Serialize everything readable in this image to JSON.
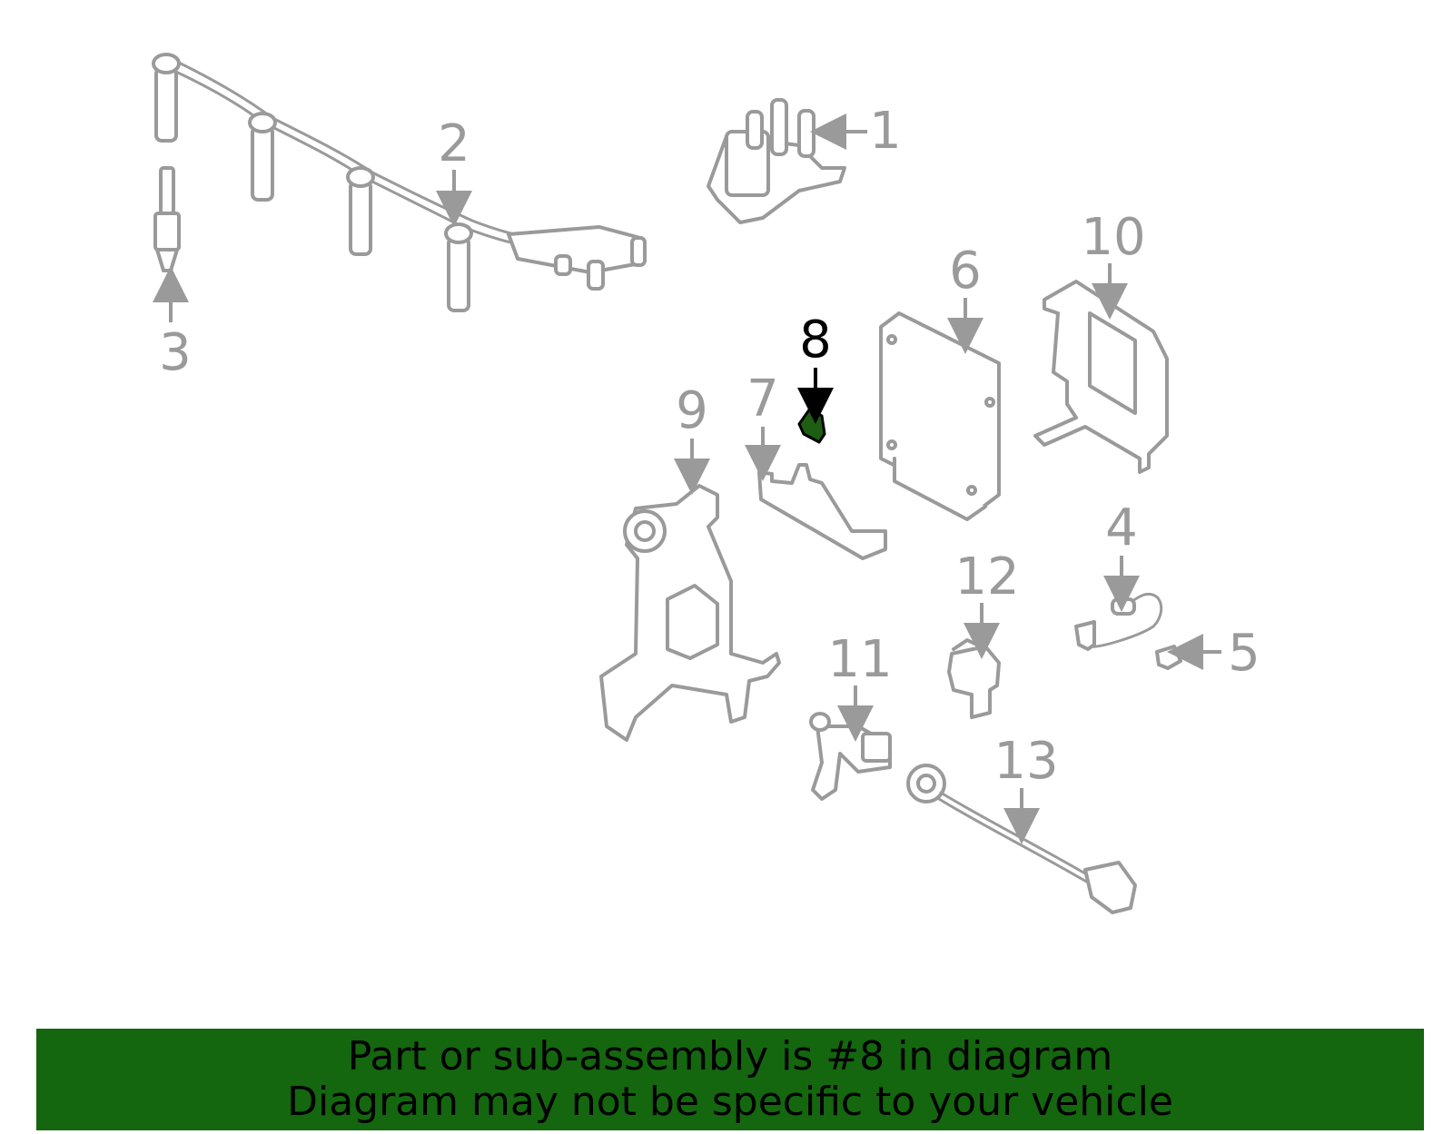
{
  "diagram": {
    "highlight_color": "#1d5e12",
    "outline_color": "#9a9a9a",
    "callouts": [
      {
        "label": "1"
      },
      {
        "label": "2"
      },
      {
        "label": "3"
      },
      {
        "label": "4"
      },
      {
        "label": "5"
      },
      {
        "label": "6"
      },
      {
        "label": "7"
      },
      {
        "label": "8",
        "selected": true
      },
      {
        "label": "9"
      },
      {
        "label": "10"
      },
      {
        "label": "11"
      },
      {
        "label": "12"
      },
      {
        "label": "13"
      }
    ]
  },
  "banner": {
    "line1": "Part or sub-assembly is #8 in diagram",
    "line2": "Diagram may not be specific to your vehicle",
    "background": "#14660f"
  }
}
